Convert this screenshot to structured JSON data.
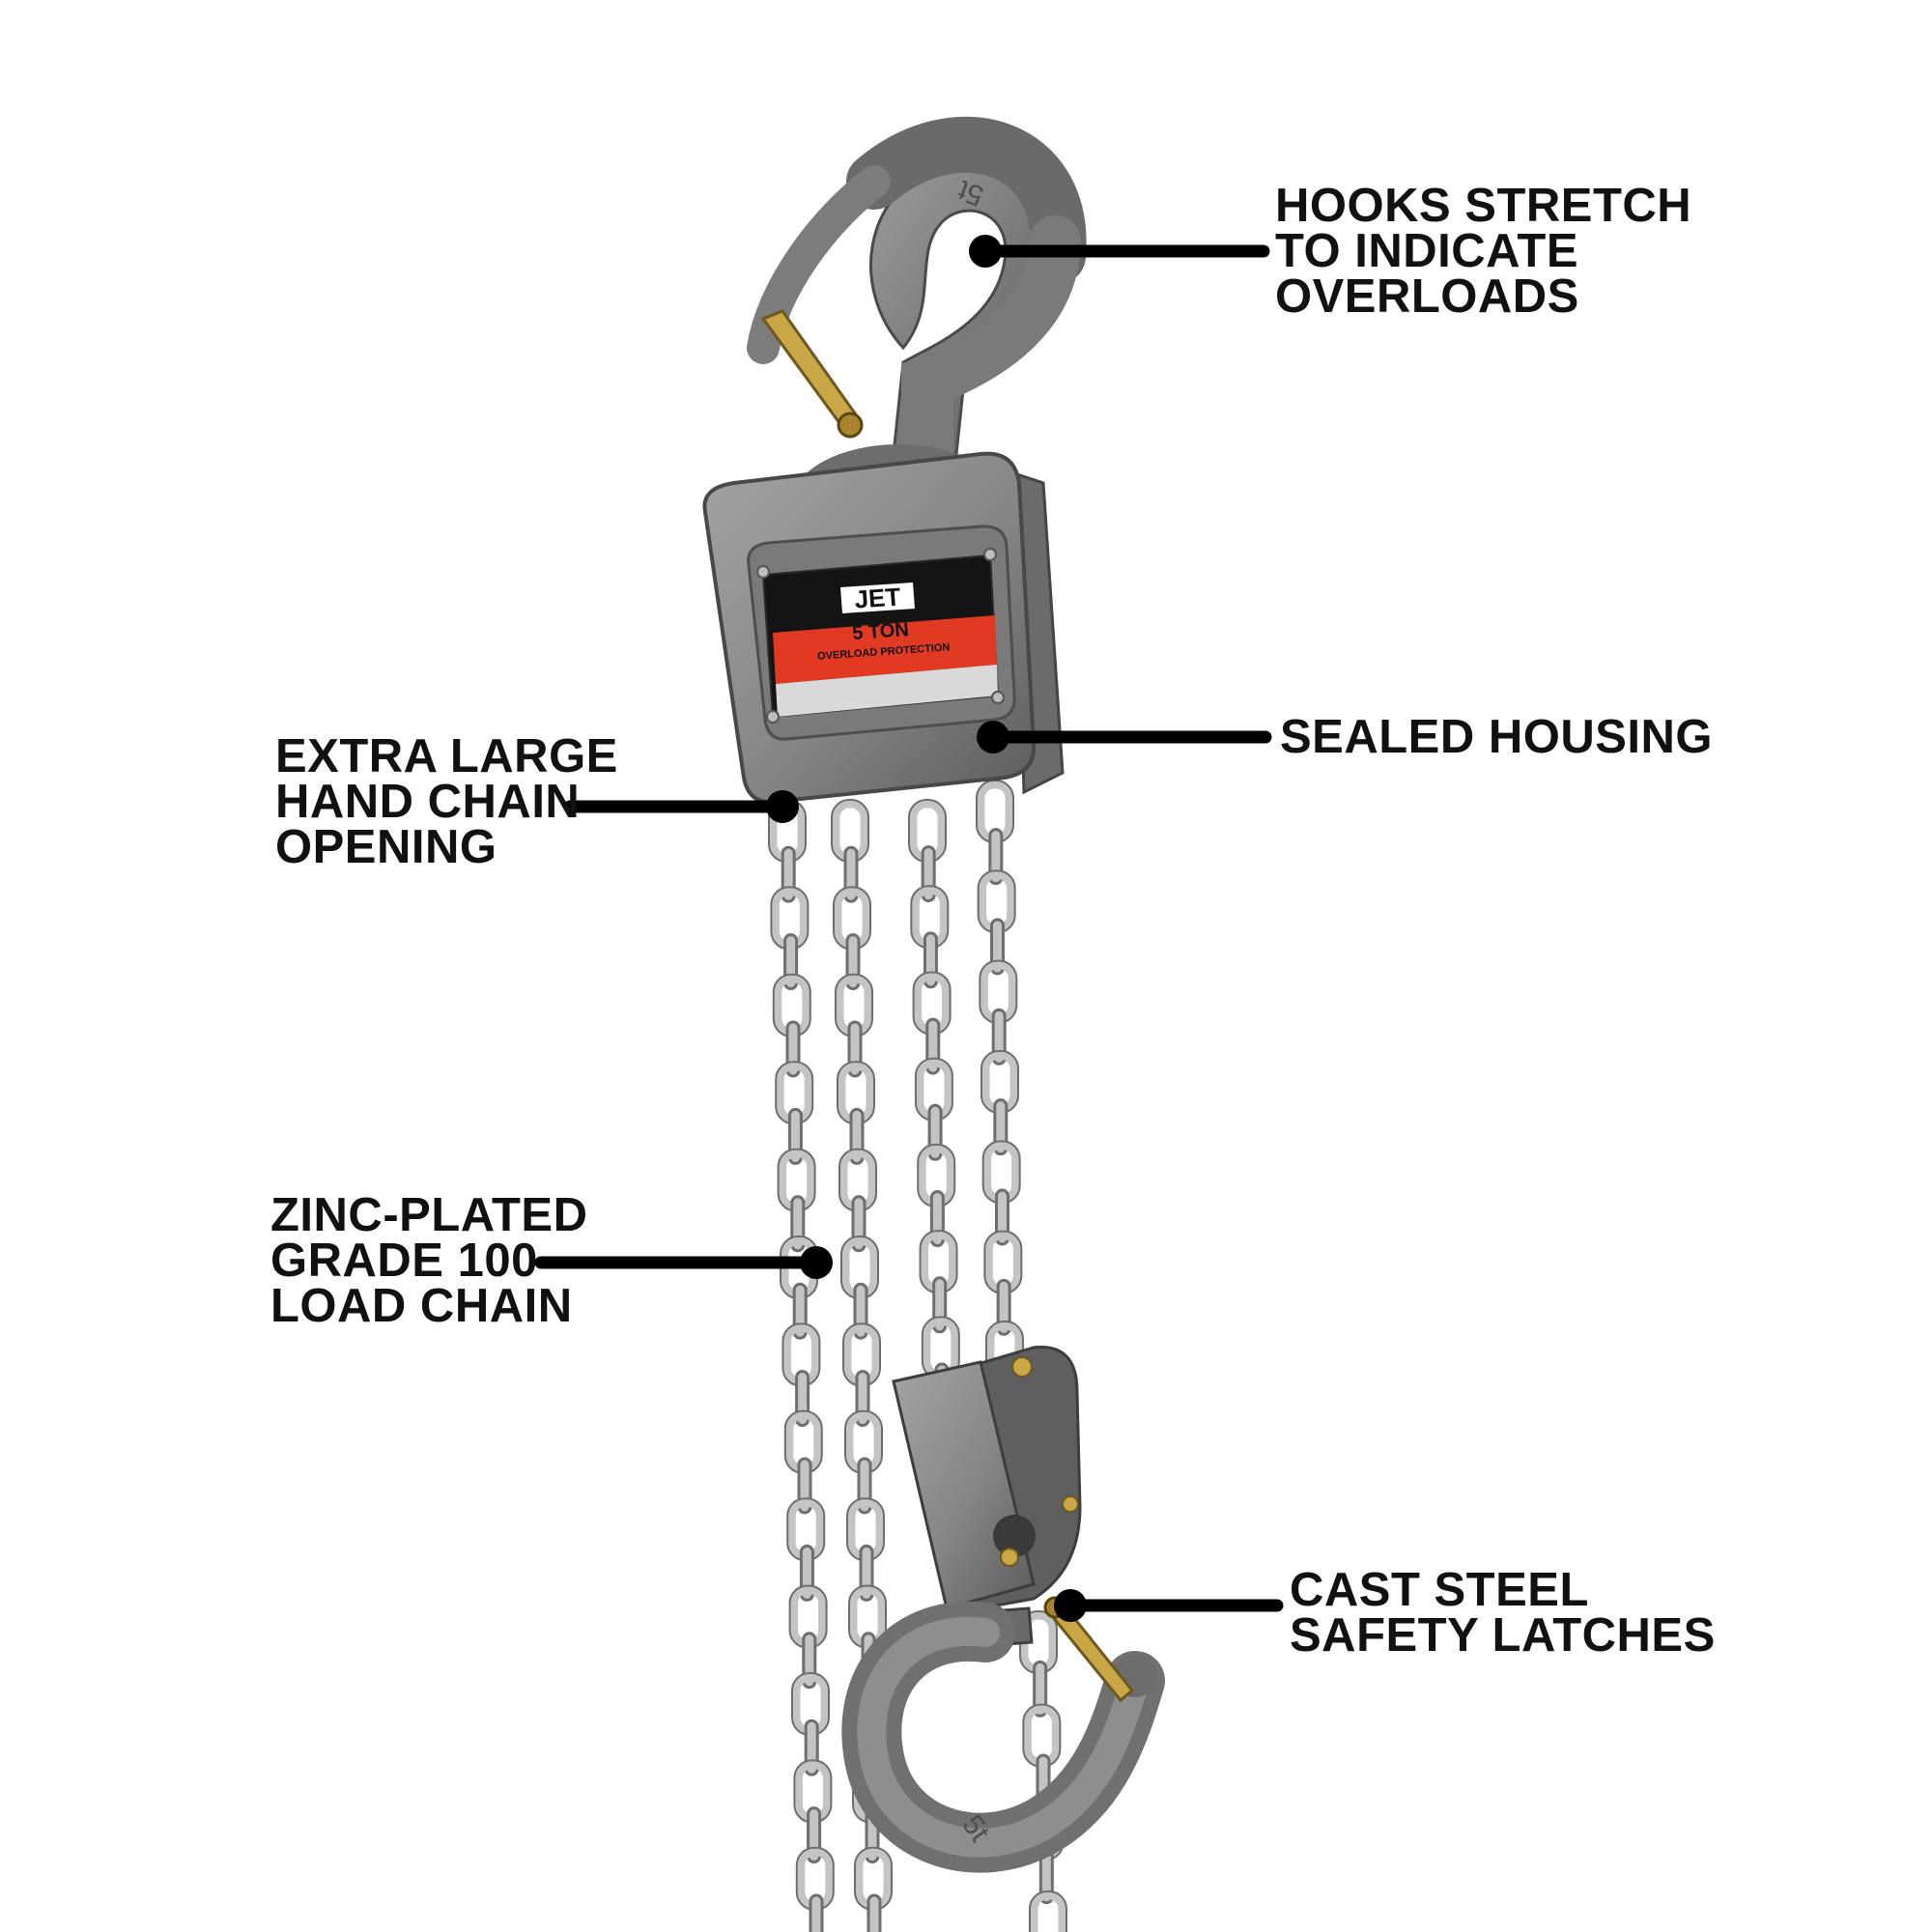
{
  "callouts": {
    "hooks": "HOOKS STRETCH\nTO INDICATE\nOVERLOADS",
    "housing": "SEALED HOUSING",
    "opening": "EXTRA LARGE\nHAND CHAIN\nOPENING",
    "chain": "ZINC-PLATED\nGRADE 100\nLOAD CHAIN",
    "latches": "CAST STEEL\nSAFETY LATCHES"
  },
  "nameplate": {
    "brand": "JET",
    "capacity": "5 TON",
    "feature": "OVERLOAD PROTECTION"
  },
  "hook_marking": "5t",
  "colors": {
    "background": "#ffffff",
    "text": "#111111",
    "leader": "#000000",
    "casting": "#8a8a8a",
    "casting_dark": "#5f5f5f",
    "chain": "#c4c4c4",
    "chain_edge": "#6e6e6e",
    "plate_red": "#e23a22",
    "plate_black": "#141414",
    "brass": "#c9a646"
  }
}
